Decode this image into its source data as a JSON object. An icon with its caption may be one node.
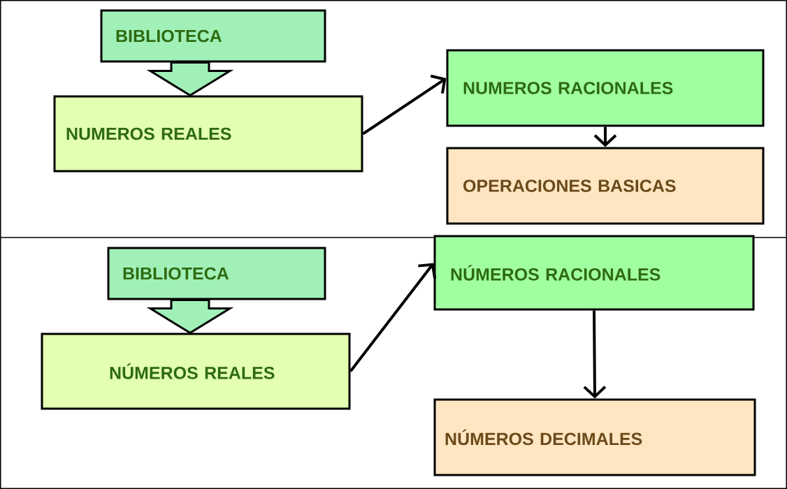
{
  "diagram": {
    "nodes": [
      {
        "text": [
          "BIBLIOTECA"
        ]
      },
      {
        "text": [
          "NUMEROS REALES"
        ]
      },
      {
        "text": [
          "NUMEROS RACIONALES"
        ]
      },
      {
        "text": [
          "OPERACIONES BASICAS"
        ]
      },
      {
        "text": [
          "BIBLIOTECA"
        ]
      },
      {
        "text": [
          "NÚMEROS REALES"
        ]
      },
      {
        "text": [
          "NÚMEROS RACIONALES"
        ]
      },
      {
        "text": [
          "NÚMEROS DECIMALES"
        ]
      }
    ],
    "edges": [
      {
        "from": 0,
        "to": 1,
        "arrow": "to",
        "style": "thick",
        "color": "#a0f0b8"
      },
      {
        "from": 1,
        "to": 2,
        "arrow": "to"
      },
      {
        "from": 2,
        "to": 3,
        "arrow": "to"
      },
      {
        "from": 4,
        "to": 5,
        "arrow": "to",
        "style": "thick",
        "color": "#a0f0b8"
      },
      {
        "from": 5,
        "to": 6,
        "arrow": "to"
      },
      {
        "from": 6,
        "to": 7,
        "arrow": "to"
      }
    ]
  }
}
